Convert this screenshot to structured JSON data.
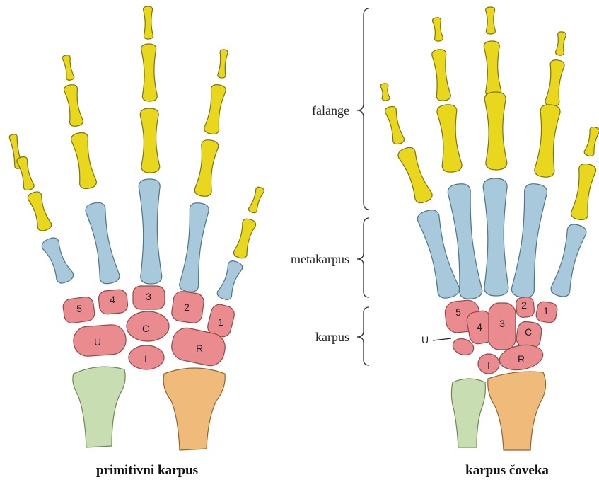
{
  "left_hand": {
    "caption": "primitivni karpus",
    "bones": {
      "c5": "5",
      "c4": "4",
      "c3": "3",
      "c2": "2",
      "c1": "1",
      "c": "C",
      "u": "U",
      "r": "R",
      "i": "I"
    }
  },
  "right_hand": {
    "caption": "karpus čoveka",
    "bones": {
      "c5": "5",
      "c4": "4",
      "c3": "3",
      "c2": "2",
      "c1": "1",
      "c": "C",
      "u": "U",
      "r": "R",
      "i": "I"
    }
  },
  "regions": {
    "falange": "falange",
    "metakarpus": "metakarpus",
    "karpus": "karpus"
  },
  "colors": {
    "phalanges": "#e8d71c",
    "metacarpals": "#a8c9dc",
    "carpals": "#e98b8f",
    "ulna": "#c8deb2",
    "radius": "#efba7a"
  }
}
